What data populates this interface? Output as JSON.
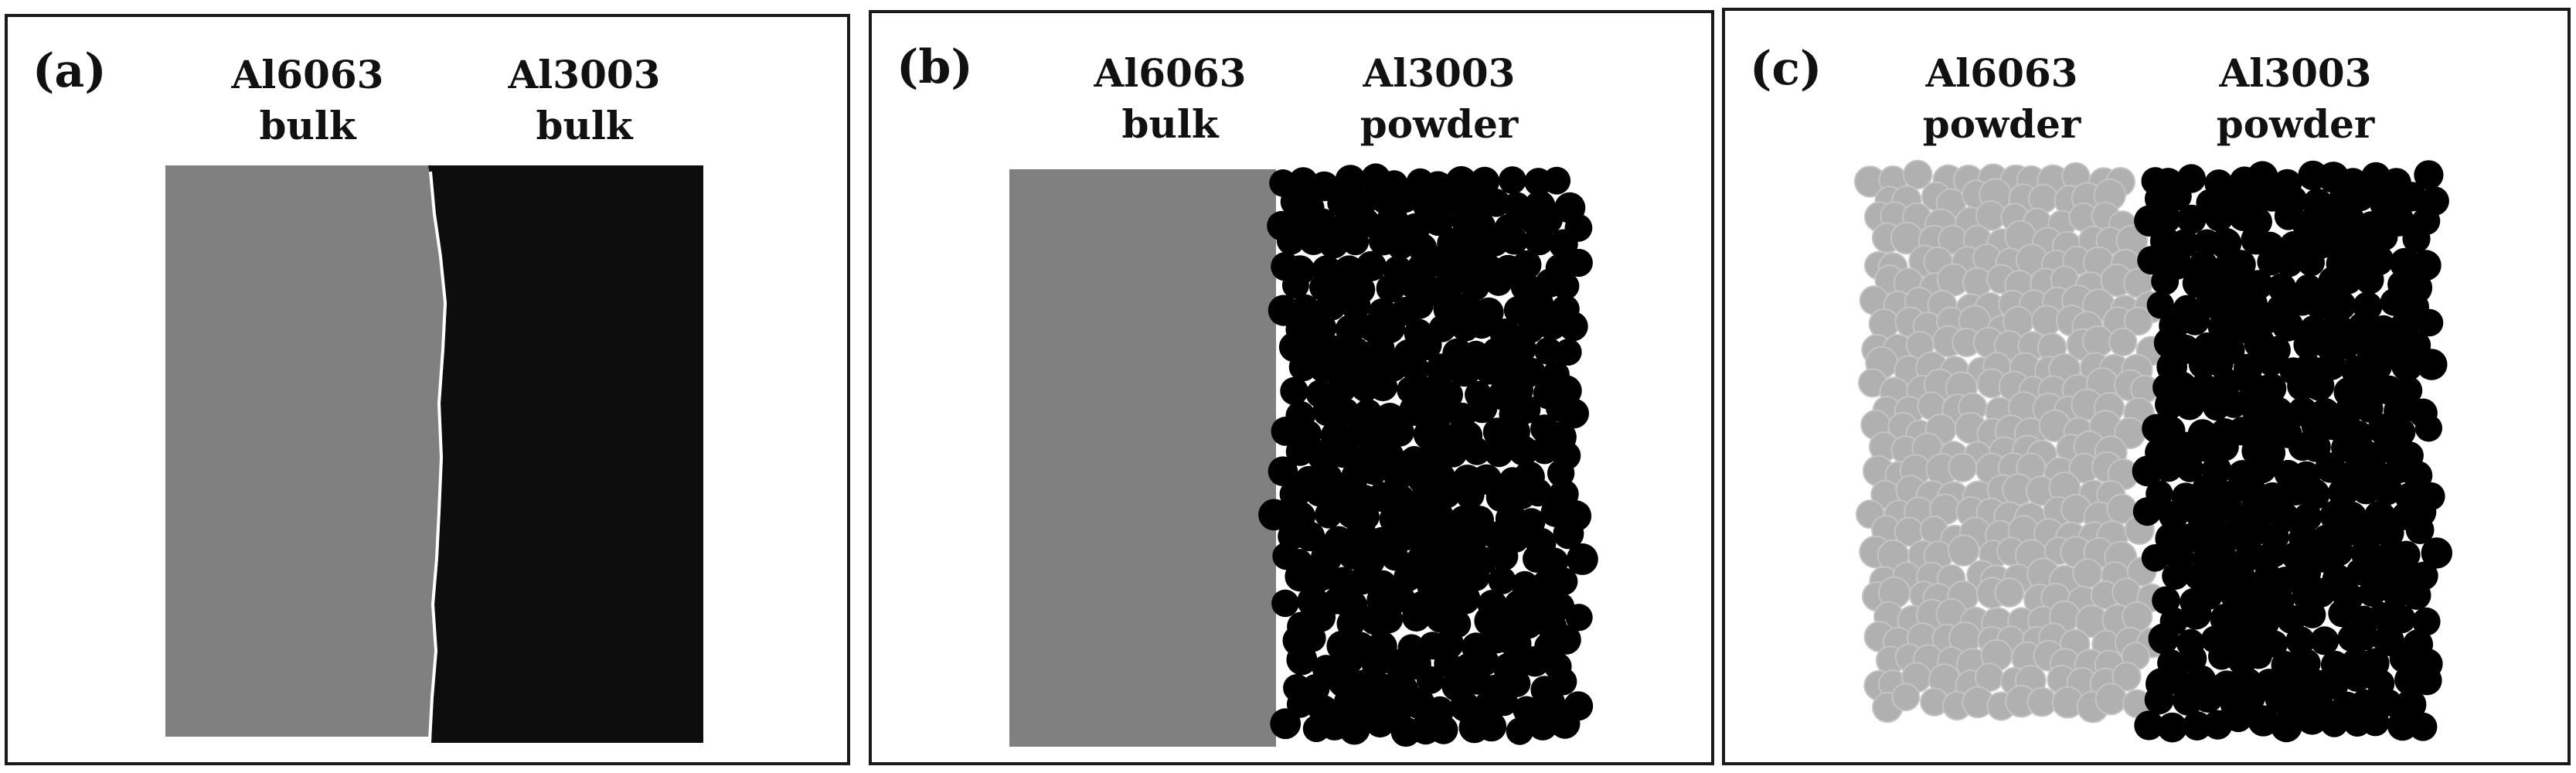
{
  "panels": [
    {
      "label": "(a)",
      "left_material": "Al6063",
      "left_form": "bulk",
      "right_material": "Al3003",
      "right_form": "bulk"
    },
    {
      "label": "(b)",
      "left_material": "Al6063",
      "left_form": "bulk",
      "right_material": "Al3003",
      "right_form": "powder"
    },
    {
      "label": "(c)",
      "left_material": "Al6063",
      "left_form": "powder",
      "right_material": "Al3003",
      "right_form": "powder"
    }
  ],
  "colors": {
    "al6063_bulk": "#808080",
    "al3003_bulk": "#0d0d0d",
    "al6063_powder": "#b0b0b0",
    "al3003_powder": "#000000"
  }
}
